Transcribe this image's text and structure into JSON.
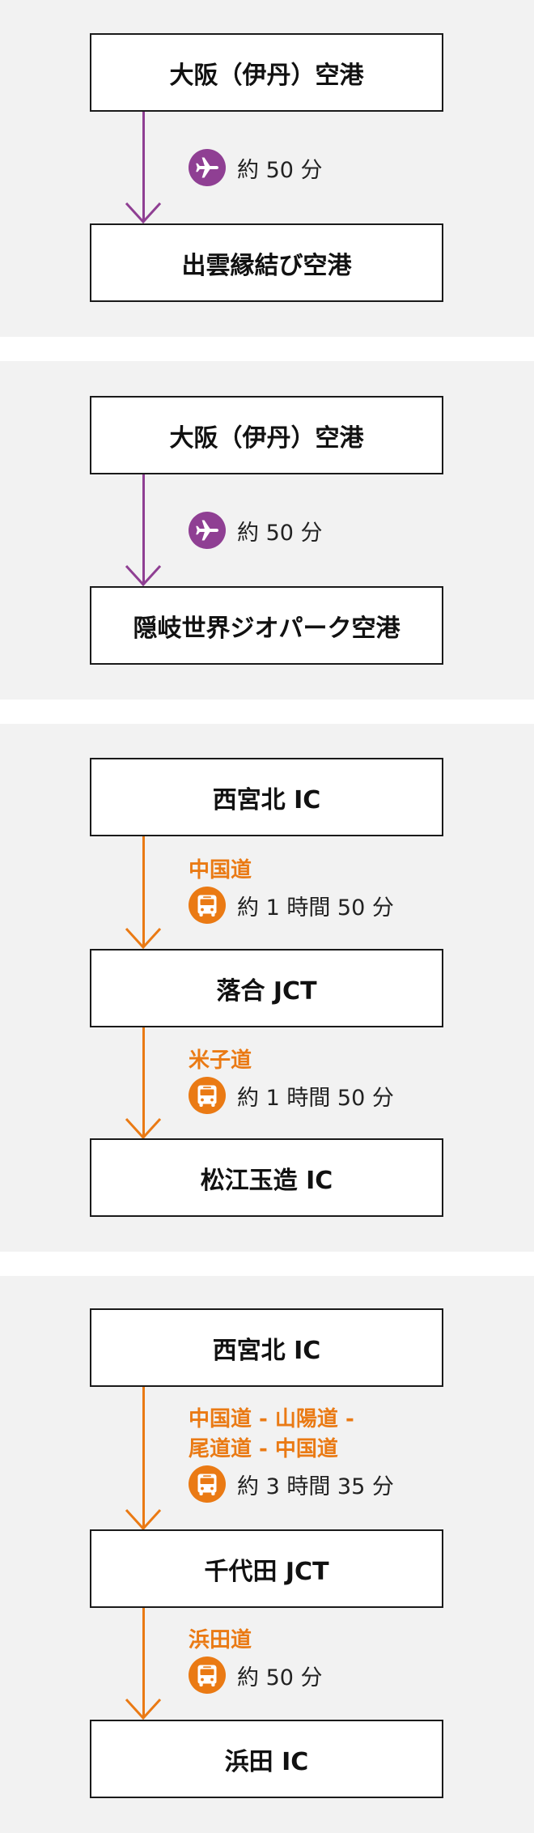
{
  "routes": [
    {
      "mode": "flight",
      "from": "大阪（伊丹）空港",
      "to": "出雲縁結び空港",
      "duration": "約 50 分",
      "transport_icon": "airplane-icon",
      "color": "#8f3f93"
    },
    {
      "mode": "flight",
      "from": "大阪（伊丹）空港",
      "to": "隠岐世界ジオパーク空港",
      "duration": "約 50 分",
      "transport_icon": "airplane-icon",
      "color": "#8f3f93"
    },
    {
      "mode": "bus",
      "color": "#ea7a14",
      "transport_icon": "bus-icon",
      "stops": [
        "西宮北 IC",
        "落合 JCT",
        "松江玉造 IC"
      ],
      "legs": [
        {
          "road": "中国道",
          "duration": "約 1 時間 50 分"
        },
        {
          "road": "米子道",
          "duration": "約 1 時間 50 分"
        }
      ]
    },
    {
      "mode": "bus",
      "color": "#ea7a14",
      "transport_icon": "bus-icon",
      "stops": [
        "西宮北 IC",
        "千代田 JCT",
        "浜田 IC"
      ],
      "legs": [
        {
          "road_line1": "中国道 - 山陽道 -",
          "road_line2": "尾道道 - 中国道",
          "duration": "約 3 時間 35 分"
        },
        {
          "road": "浜田道",
          "duration": "約 50 分"
        }
      ]
    }
  ]
}
